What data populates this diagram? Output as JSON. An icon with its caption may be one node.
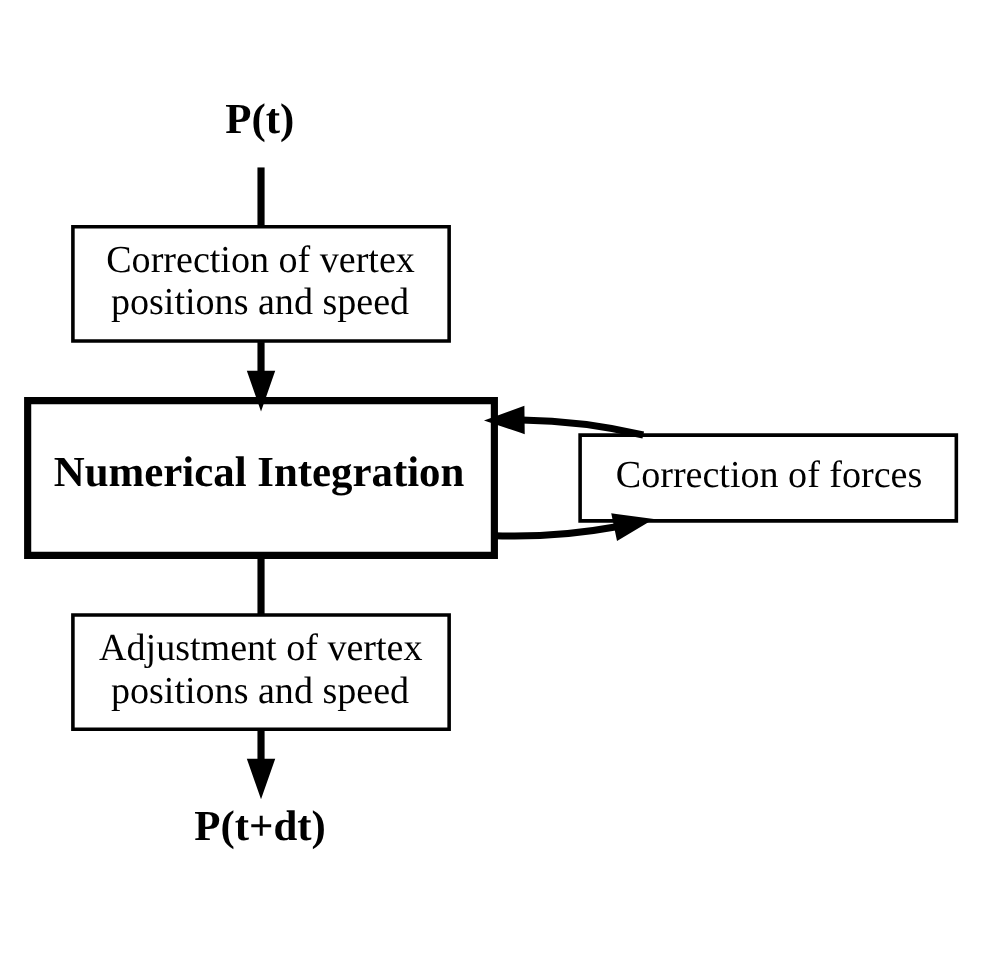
{
  "diagram": {
    "nodes": [
      {
        "text": [
          "P(t)"
        ]
      },
      {
        "text": [
          "Correction of vertex positions and speed"
        ]
      },
      {
        "text": [
          "Numerical Integration"
        ]
      },
      {
        "text": [
          "Correction of forces"
        ]
      },
      {
        "text": [
          "Adjustment of vertex positions and speed"
        ]
      },
      {
        "text": [
          "P(t+dt)"
        ]
      }
    ],
    "edges": [
      {
        "from": 0,
        "to": 1,
        "arrow": "none"
      },
      {
        "from": 1,
        "to": 2,
        "arrow": "to"
      },
      {
        "from": 2,
        "to": 3,
        "arrow": "to"
      },
      {
        "from": 3,
        "to": 2,
        "arrow": "to"
      },
      {
        "from": 2,
        "to": 4,
        "arrow": "none"
      },
      {
        "from": 4,
        "to": 5,
        "arrow": "to"
      }
    ]
  }
}
